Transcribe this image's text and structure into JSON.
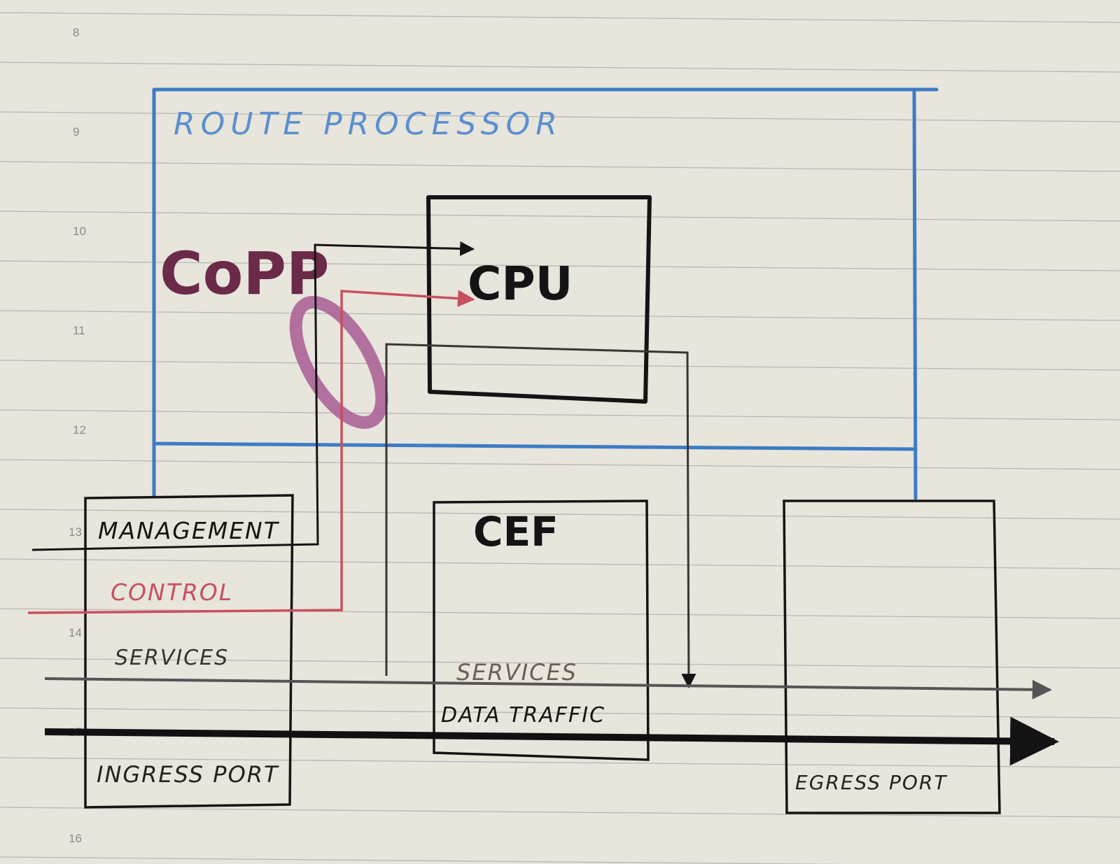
{
  "page_numbers": [
    "8",
    "9",
    "10",
    "11",
    "12",
    "13",
    "14",
    "15",
    "16"
  ],
  "labels": {
    "route_processor": "ROUTE PROCESSOR",
    "copp": "CoPP",
    "cpu": "CPU",
    "cef": "CEF",
    "management": "MANAGEMENT",
    "control": "CONTROL",
    "services_ingress": "SERVICES",
    "services_cef": "SERVICES",
    "data_traffic": "DATA TRAFFIC",
    "ingress_port": "INGRESS PORT",
    "egress_port": "EGRESS PORT"
  },
  "colors": {
    "paper": "#e7e5dc",
    "ruling": "#b9b8b1",
    "route_processor": "#3d7bc4",
    "ink": "#141414",
    "control": "#c8505e",
    "copp": "#6a2a48",
    "copp_ring": "#a85c94",
    "services_arrow": "#333333"
  }
}
